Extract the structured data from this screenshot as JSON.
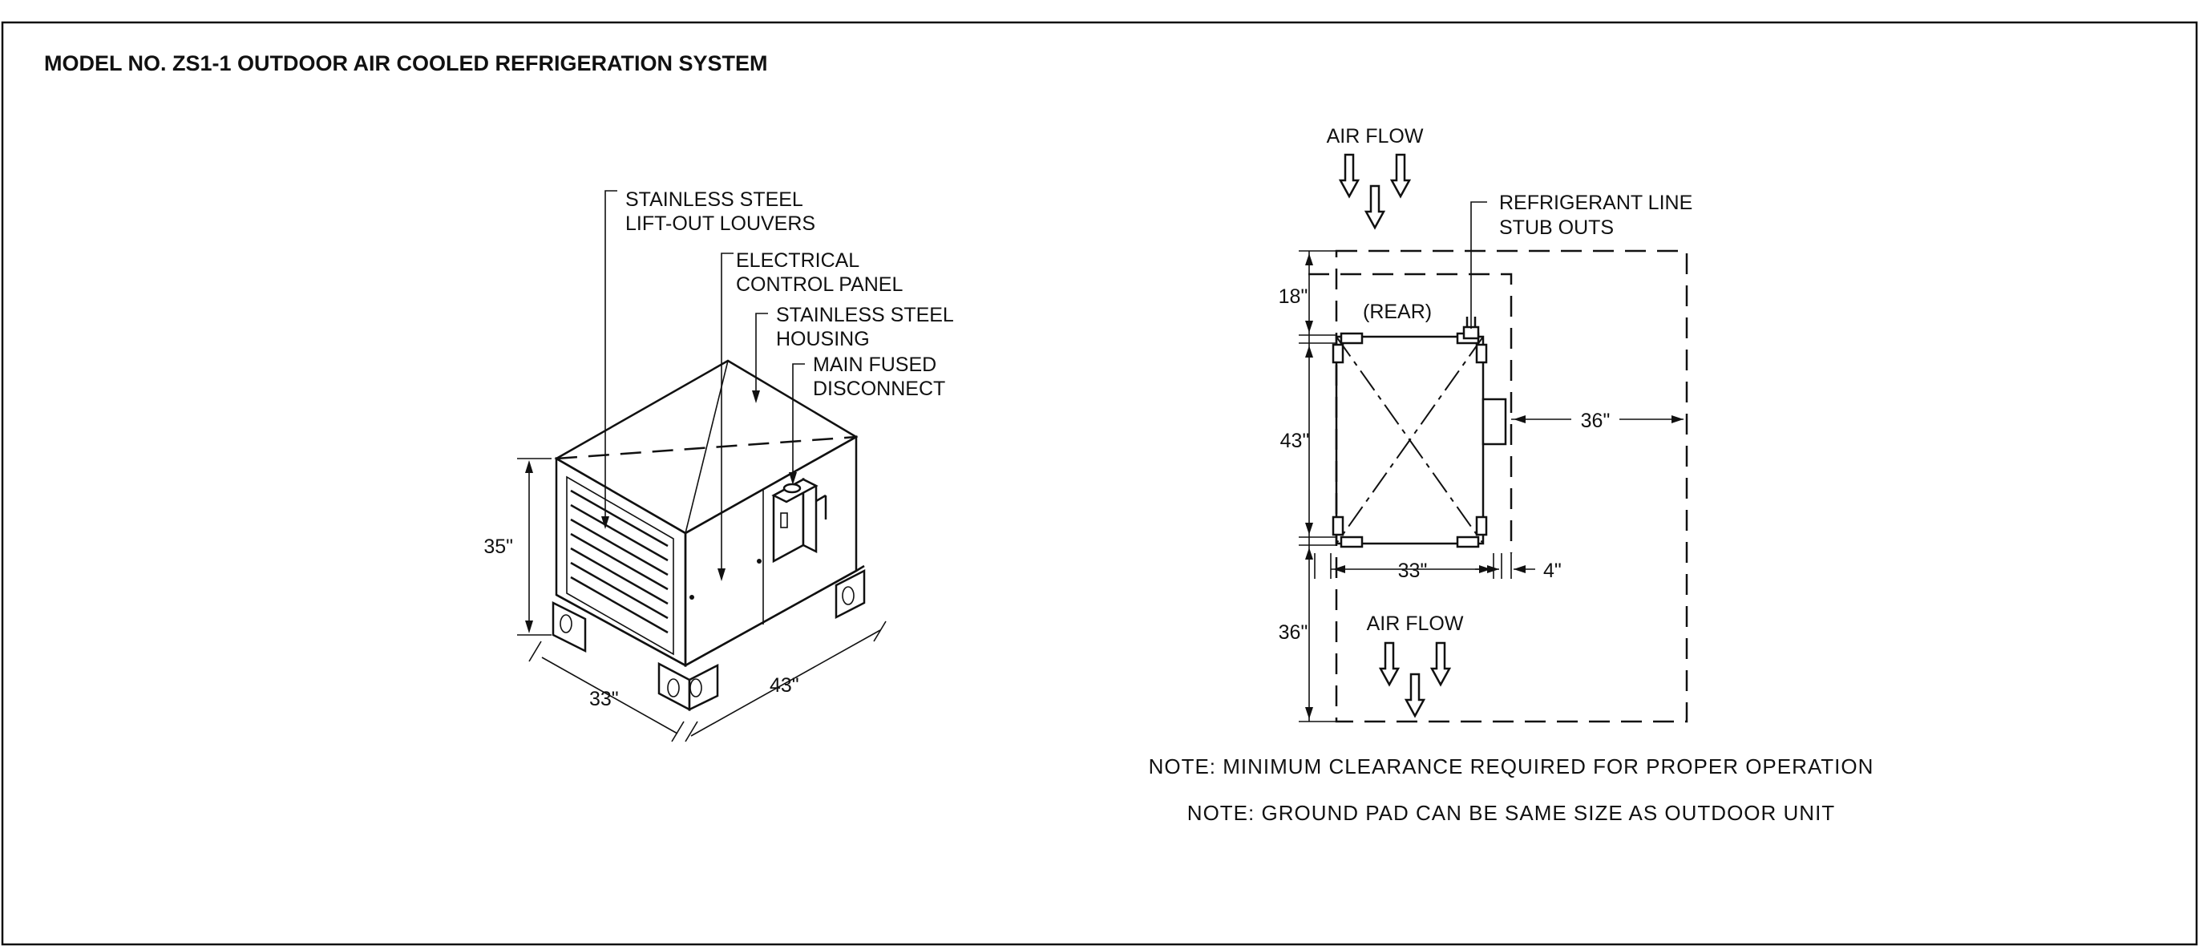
{
  "title": "MODEL NO. ZS1-1  OUTDOOR AIR COOLED REFRIGERATION SYSTEM",
  "isometric": {
    "callouts": {
      "louvers_1": "STAINLESS STEEL",
      "louvers_2": "LIFT-OUT LOUVERS",
      "panel_1": "ELECTRICAL",
      "panel_2": "CONTROL PANEL",
      "housing_1": "STAINLESS STEEL",
      "housing_2": "HOUSING",
      "disconnect_1": "MAIN FUSED",
      "disconnect_2": "DISCONNECT"
    },
    "dimensions": {
      "height": "35\"",
      "width": "33\"",
      "depth": "43\""
    }
  },
  "plan": {
    "air_flow_top": "AIR FLOW",
    "air_flow_bottom": "AIR FLOW",
    "rear_label": "(REAR)",
    "stub_outs_1": "REFRIGERANT LINE",
    "stub_outs_2": "STUB OUTS",
    "dimensions": {
      "rear_clearance": "18\"",
      "unit_depth": "43\"",
      "front_clearance": "36\"",
      "side_clearance": "36\"",
      "unit_width": "33\"",
      "side_gap": "4\""
    }
  },
  "notes": [
    "NOTE:  MINIMUM  CLEARANCE  REQUIRED  FOR  PROPER  OPERATION",
    "NOTE:  GROUND  PAD  CAN  BE  SAME  SIZE  AS  OUTDOOR  UNIT"
  ]
}
